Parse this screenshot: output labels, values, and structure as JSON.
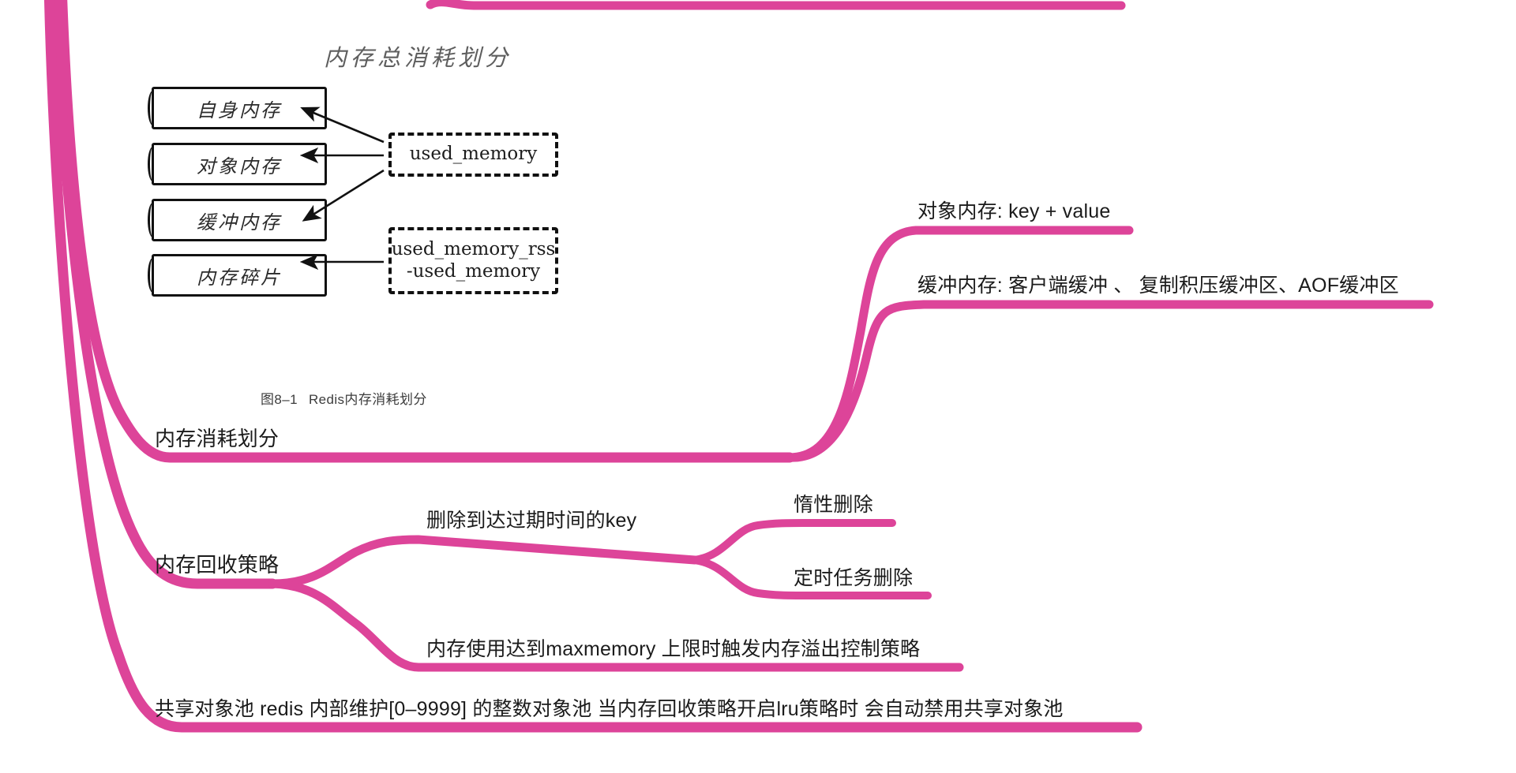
{
  "theme": {
    "branch_color": "#dd4499",
    "branch_color_dark": "#c9338a",
    "text_color": "#1b1b1b",
    "background": "#ffffff",
    "figure_ink": "#111111"
  },
  "mindmap": {
    "root_label": "",
    "branches": [
      {
        "id": "memory-consumption",
        "label": "内存消耗划分",
        "children": [
          {
            "id": "object-memory",
            "label": "对象内存: key + value"
          },
          {
            "id": "buffer-memory",
            "label": "缓冲内存: 客户端缓冲 、 复制积压缓冲区、AOF缓冲区"
          }
        ]
      },
      {
        "id": "memory-reclaim-policy",
        "label": "内存回收策略",
        "children": [
          {
            "id": "delete-expired-key",
            "label": "删除到达过期时间的key",
            "children": [
              {
                "id": "lazy-delete",
                "label": "惰性删除"
              },
              {
                "id": "scheduled-task-delete",
                "label": "定时任务删除"
              }
            ]
          },
          {
            "id": "maxmemory-overflow",
            "label": "内存使用达到maxmemory 上限时触发内存溢出控制策略"
          }
        ]
      },
      {
        "id": "shared-object-pool",
        "label": "共享对象池 redis 内部维护[0–9999] 的整数对象池  当内存回收策略开启lru策略时 会自动禁用共享对象池"
      }
    ]
  },
  "figure": {
    "title": "内存总消耗划分",
    "caption_number": "图8–1",
    "caption_text": "Redis内存消耗划分",
    "memory_boxes": [
      {
        "id": "self-memory",
        "label": "自身内存"
      },
      {
        "id": "object-memory",
        "label": "对象内存"
      },
      {
        "id": "buffer-memory",
        "label": "缓冲内存"
      },
      {
        "id": "memory-fragment",
        "label": "内存碎片"
      }
    ],
    "metric_boxes": [
      {
        "id": "used-memory",
        "lines": [
          "used_memory"
        ]
      },
      {
        "id": "used-memory-rss-diff",
        "lines": [
          "used_memory_rss",
          "-used_memory"
        ]
      }
    ]
  }
}
